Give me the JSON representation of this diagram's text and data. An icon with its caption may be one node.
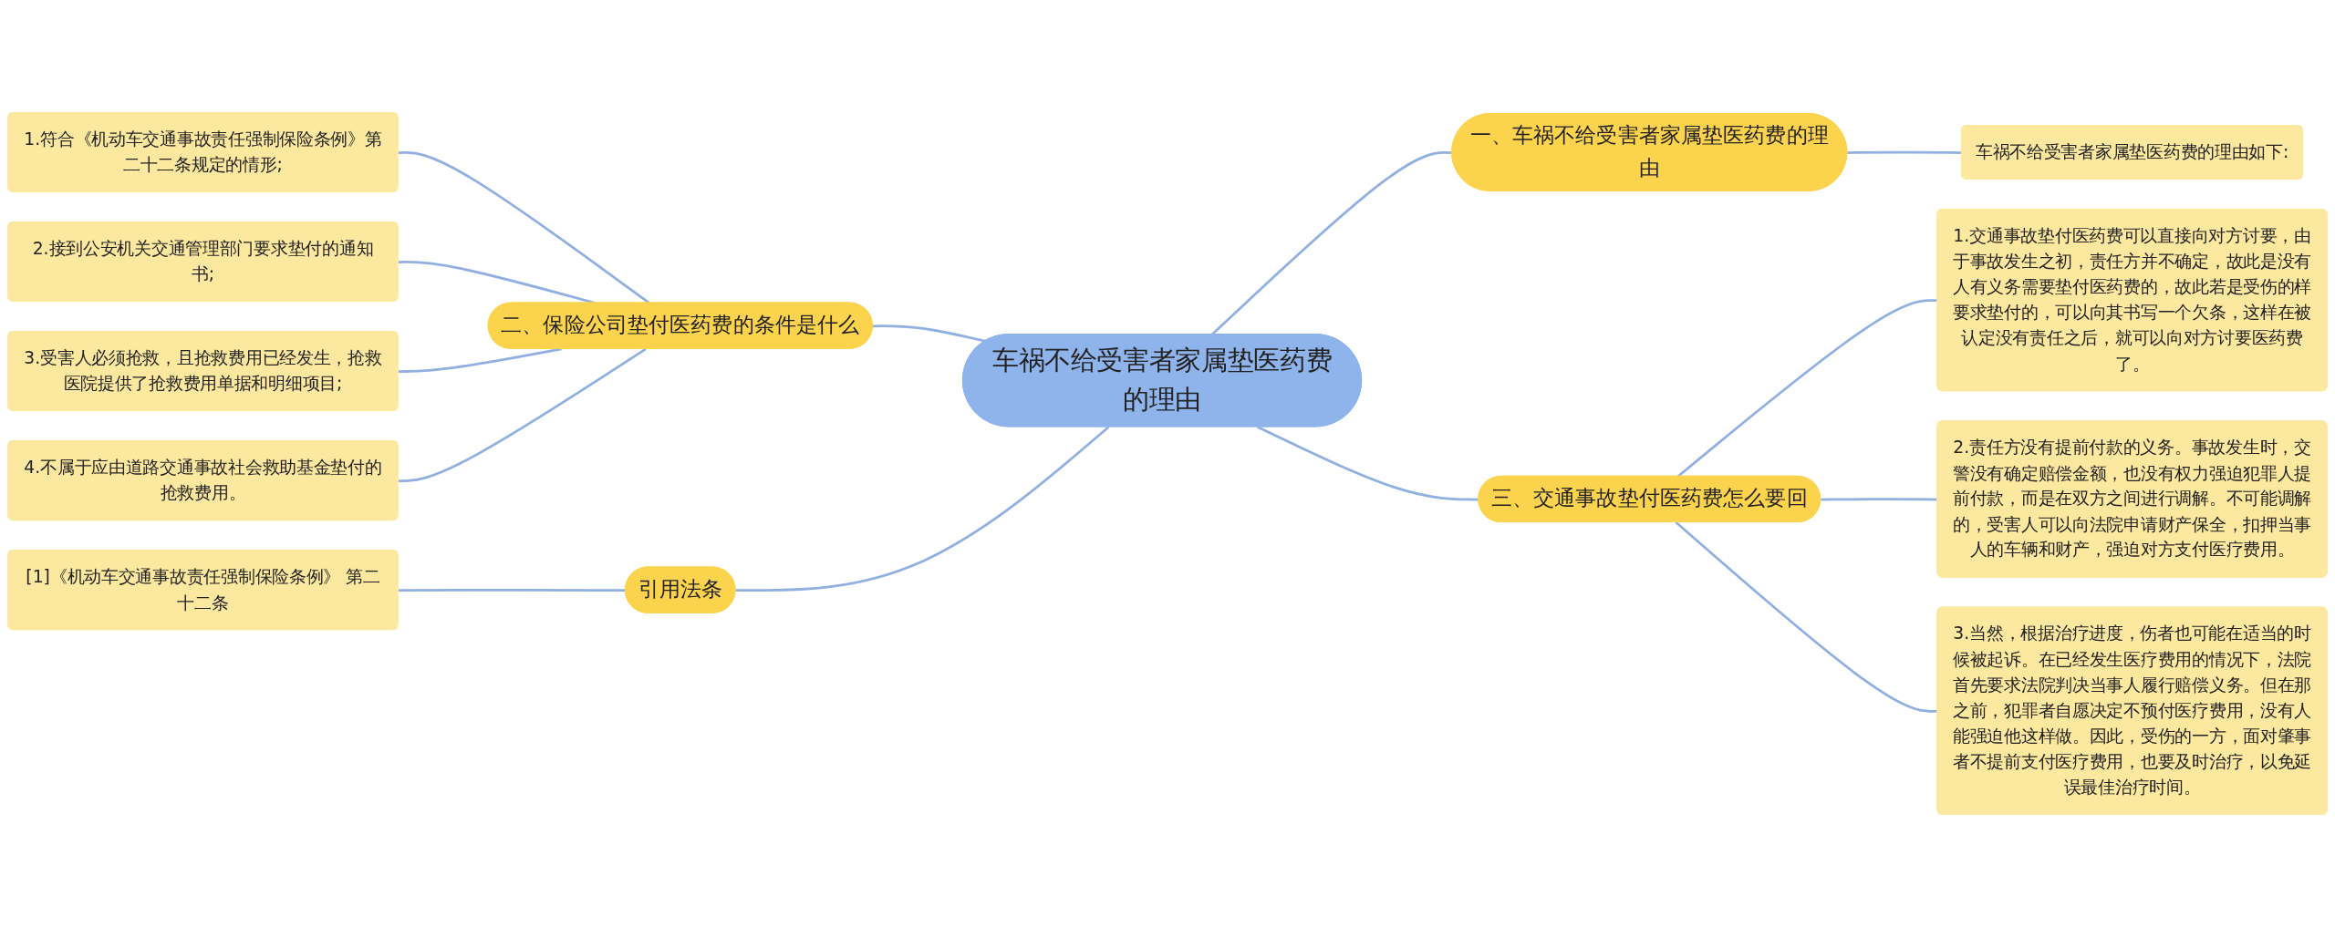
{
  "diagram": {
    "nodes": [
      {
        "text": [
          "车祸不给受害者家属垫医药费的理由"
        ]
      },
      {
        "text": [
          "二、保险公司垫付医药费的条件是什么"
        ]
      },
      {
        "text": [
          "1.符合《机动车交通事故责任强制保险条例》第二十二条规定的情形;"
        ]
      },
      {
        "text": [
          "2.接到公安机关交通管理部门要求垫付的通知书;"
        ]
      },
      {
        "text": [
          "3.受害人必须抢救，且抢救费用已经发生，抢救医院提供了抢救费用单据和明细项目;"
        ]
      },
      {
        "text": [
          "4.不属于应由道路交通事故社会救助基金垫付的抢救费用。"
        ]
      },
      {
        "text": [
          "引用法条"
        ]
      },
      {
        "text": [
          "[1]《机动车交通事故责任强制保险条例》 第二十二条"
        ]
      },
      {
        "text": [
          "一、车祸不给受害者家属垫医药费的理由"
        ]
      },
      {
        "text": [
          "车祸不给受害者家属垫医药费的理由如下:"
        ]
      },
      {
        "text": [
          "三、交通事故垫付医药费怎么要回"
        ]
      },
      {
        "text": [
          "1.交通事故垫付医药费可以直接向对方讨要，由于事故发生之初，责任方并不确定，故此是没有人有义务需要垫付医药费的，故此若是受伤的样要求垫付的，可以向其书写一个欠条，这样在被认定没有责任之后，就可以向对方讨要医药费了。"
        ]
      },
      {
        "text": [
          "2.责任方没有提前付款的义务。事故发生时，交警没有确定赔偿金额，也没有权力强迫犯罪人提前付款，而是在双方之间进行调解。不可能调解的，受害人可以向法院申请财产保全，扣押当事人的车辆和财产，强迫对方支付医疗费用。"
        ]
      },
      {
        "text": [
          "3.当然，根据治疗进度，伤者也可能在适当的时候被起诉。在已经发生医疗费用的情况下，法院首先要求法院判决当事人履行赔偿义务。但在那之前，犯罪者自愿决定不预付医疗费用，没有人能强迫他这样做。因此，受伤的一方，面对肇事者不提前支付医疗费用，也要及时治疗，以免延误最佳治疗时间。"
        ]
      }
    ],
    "edges": [
      {
        "from": 2,
        "to": 1,
        "arrow": "none"
      },
      {
        "from": 3,
        "to": 1,
        "arrow": "none"
      },
      {
        "from": 4,
        "to": 1,
        "arrow": "none"
      },
      {
        "from": 5,
        "to": 1,
        "arrow": "none"
      },
      {
        "from": 1,
        "to": 0,
        "arrow": "none"
      },
      {
        "from": 7,
        "to": 6,
        "arrow": "none"
      },
      {
        "from": 6,
        "to": 0,
        "arrow": "none"
      },
      {
        "from": 0,
        "to": 8,
        "arrow": "none"
      },
      {
        "from": 8,
        "to": 9,
        "arrow": "none"
      },
      {
        "from": 0,
        "to": 10,
        "arrow": "none"
      },
      {
        "from": 10,
        "to": 11,
        "arrow": "none"
      },
      {
        "from": 10,
        "to": 12,
        "arrow": "none"
      },
      {
        "from": 10,
        "to": 13,
        "arrow": "none"
      }
    ]
  }
}
